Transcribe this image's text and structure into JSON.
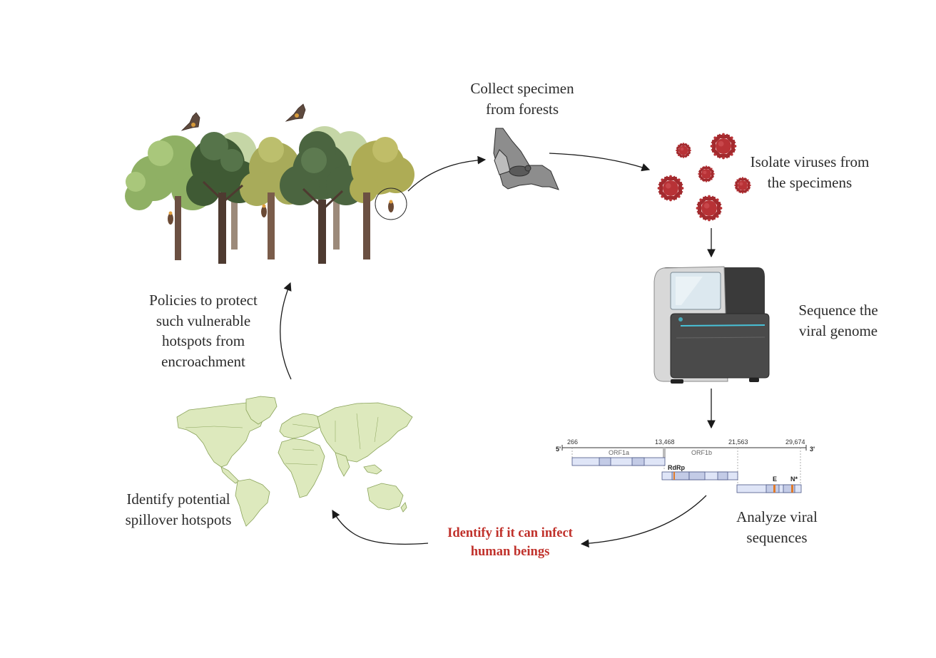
{
  "labels": {
    "collect": "Collect specimen\nfrom forests",
    "isolate": "Isolate viruses from\nthe specimens",
    "sequence": "Sequence the\nviral genome",
    "analyze": "Analyze viral\nsequences",
    "infect": "Identify if it can infect\nhuman beings",
    "hotspots": "Identify potential\nspillover hotspots",
    "policies": "Policies to protect\nsuch vulnerable\nhotspots from\nencroachment"
  },
  "genome": {
    "five_prime": "5'",
    "three_prime": "3'",
    "positions": [
      "266",
      "13,468",
      "21,563",
      "29,674"
    ],
    "orf1a": "ORF1a",
    "orf1b": "ORF1b",
    "rdrp": "RdRp",
    "e": "E",
    "n": "N*"
  },
  "colors": {
    "text": "#2b2b2b",
    "highlight": "#c0312b",
    "virus": "#b83236",
    "map_fill": "#dde9bd",
    "map_stroke": "#8aa35a",
    "genome_box": "#dfe5f7",
    "genome_stroke": "#4a5686",
    "marker": "#e07a2a"
  }
}
